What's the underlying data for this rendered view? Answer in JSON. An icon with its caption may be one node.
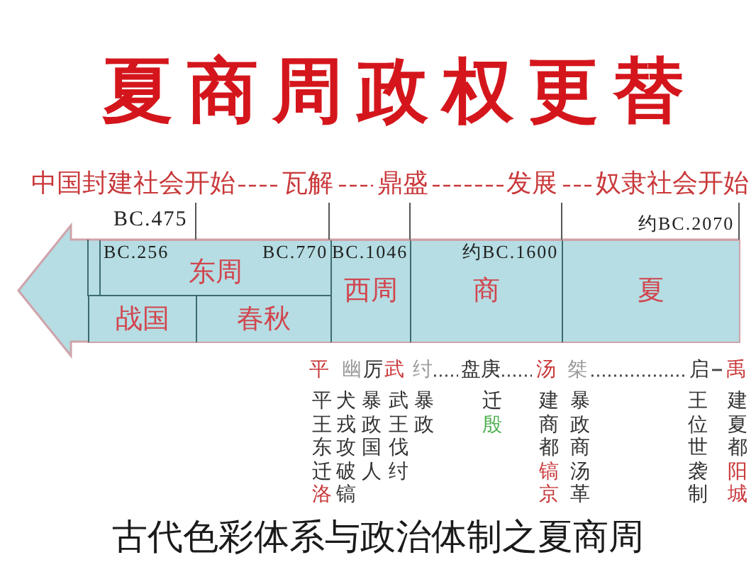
{
  "diagram": {
    "title": "夏商周政权更替",
    "caption": "古代色彩体系与政治体制之夏商周",
    "nodes": [
      {
        "text": [
          "东周"
        ]
      },
      {
        "text": [
          "战国"
        ]
      },
      {
        "text": [
          "春秋"
        ]
      },
      {
        "text": [
          "西周"
        ]
      },
      {
        "text": [
          "商"
        ]
      },
      {
        "text": [
          "夏"
        ]
      }
    ],
    "labels": [
      "中国封建社会开始",
      "瓦解",
      "鼎盛",
      "发展",
      "奴隶社会开始",
      "BC.475",
      "约BC.2070",
      "BC.256",
      "BC.770",
      "BC.1046",
      "约BC.1600",
      "平",
      "幽",
      "厉",
      "武",
      "纣",
      "盘庚",
      "汤",
      "桀",
      "启",
      "禹",
      "平王东迁",
      "洛",
      "犬戎攻破镐",
      "暴政国人",
      "武王伐纣",
      "暴政",
      "迁",
      "殷",
      "建商都",
      "镐京",
      "暴政商汤革",
      "王位世袭制",
      "建夏都",
      "阳城"
    ]
  }
}
